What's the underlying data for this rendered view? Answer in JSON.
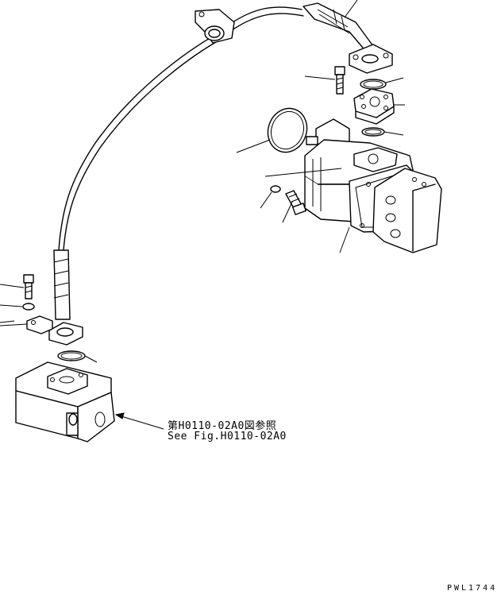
{
  "reference": {
    "japanese": "第H0110-02A0図参照",
    "english": "See Fig.H0110-02A0"
  },
  "drawing_id": "PWL1744",
  "parts": [
    "hose-tube",
    "hose-end-upper",
    "hose-end-lower",
    "flange-upper",
    "flange-lower",
    "bolt-upper",
    "o-ring-upper",
    "o-ring-lower",
    "o-ring-large",
    "adapter-block",
    "o-ring-motor-port",
    "hydraulic-motor",
    "bolt-motor",
    "washer-motor",
    "bolt-lower",
    "washer-lower",
    "valve-block"
  ]
}
